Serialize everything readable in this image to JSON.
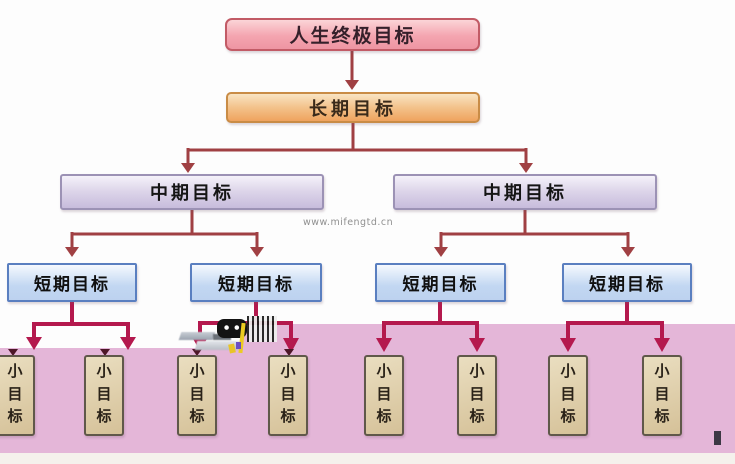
{
  "diagram": {
    "nodes": {
      "root": "人生终极目标",
      "long_term": "长期目标",
      "mid_term": [
        "中期目标",
        "中期目标"
      ],
      "short_term": [
        "短期目标",
        "短期目标",
        "短期目标",
        "短期目标"
      ],
      "small_goals": [
        "小目标",
        "小目标",
        "小目标",
        "小目标",
        "小目标",
        "小目标",
        "小目标",
        "小目标"
      ]
    },
    "watermark": "www.mifengtd.cn",
    "colors": {
      "root_box_top": "#fbd4d7",
      "root_box_bottom": "#ee95a3",
      "root_border": "#c25b66",
      "long_term_box_top": "#f9e4c3",
      "long_term_box_bottom": "#efa35e",
      "long_term_border": "#c98c46",
      "mid_term_box_top": "#f5f2fa",
      "mid_term_box_bottom": "#c7bcdc",
      "mid_term_border": "#9c92b5",
      "short_term_box_top": "#f5f9fe",
      "short_term_box_bottom": "#bdd2ef",
      "short_term_border": "#5a7fc0",
      "small_goal_box_top": "#eadec0",
      "small_goal_box_bottom": "#d5c198",
      "small_goal_border": "#60584a",
      "connector_upper": "#a04043",
      "connector_lower": "#b4194e",
      "background_band": "#e4b6d8",
      "page_background": "#fdfdfd"
    }
  }
}
